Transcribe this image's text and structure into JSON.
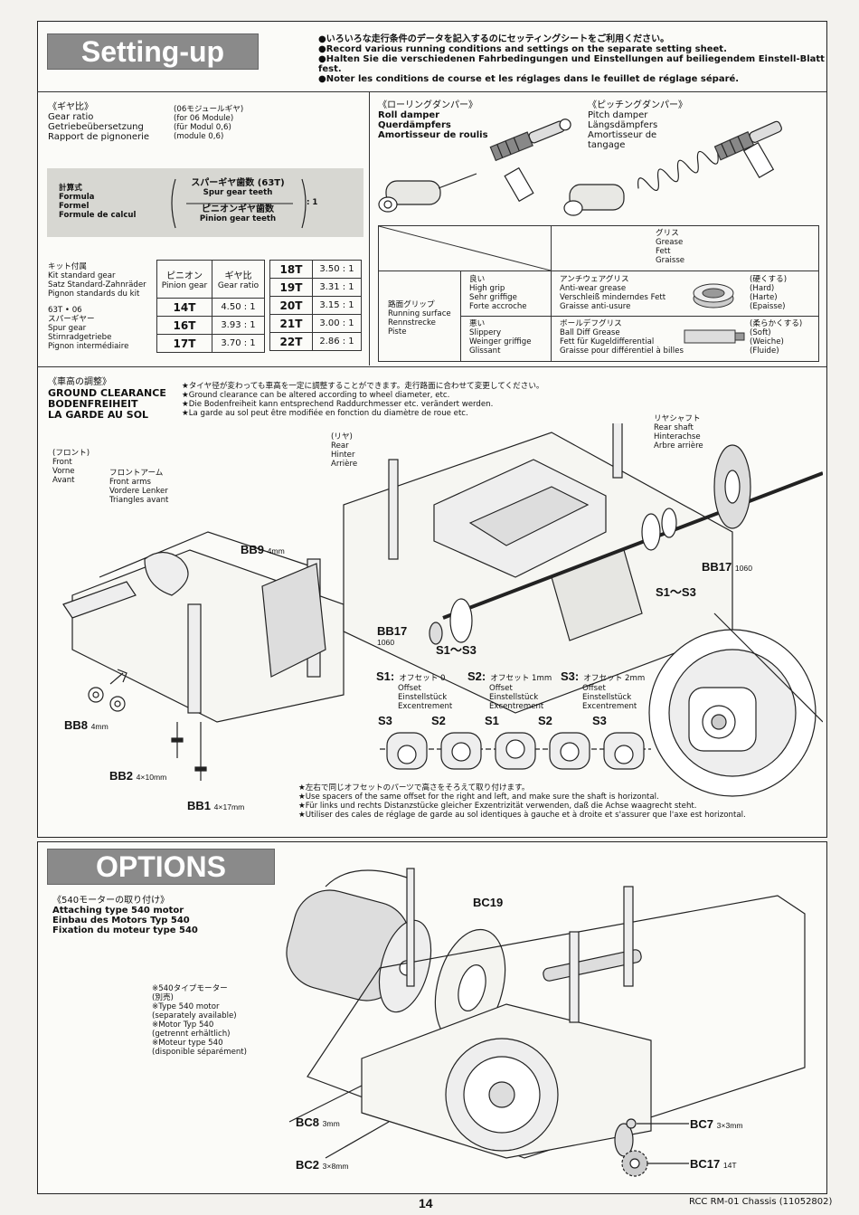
{
  "setup": {
    "title": "Setting-up",
    "intro": [
      "●いろいろな走行条件のデータを記入するのにセッティングシートをご利用ください。",
      "●Record various running conditions and settings on the separate setting sheet.",
      "●Halten Sie die verschiedenen Fahrbedingungen und Einstellungen auf beiliegendem Einstell-Blatt fest.",
      "●Noter les conditions de course et les réglages dans le feuillet de réglage séparé."
    ],
    "gear_ratio": {
      "title_jp": "《ギヤ比》",
      "titles": [
        "Gear ratio",
        "Getriebeübersetzung",
        "Rapport de pignonerie"
      ],
      "module_notes": [
        "(06モジュールギヤ)",
        "(for 06 Module)",
        "(für Modul 0,6)",
        "(module 0,6)"
      ],
      "formula_labels": [
        "計算式",
        "Formula",
        "Formel",
        "Formule de calcul"
      ],
      "numerator_jp": "スパーギヤ歯数 (63T)",
      "numerator_en": "Spur gear teeth",
      "denominator_jp": "ピニオンギヤ歯数",
      "denominator_en": "Pinion gear teeth",
      "ratio_suffix": ": 1",
      "kit_labels": [
        "キット付属",
        "Kit standard gear",
        "Satz Standard-Zahnräder",
        "Pignon standards du kit"
      ],
      "spur_labels": [
        "63T • 06",
        "スパーギヤー",
        "Spur gear",
        "Stirnradgetriebe",
        "Pignon intermédiaire"
      ],
      "table_header": {
        "pinion_jp": "ピニオン",
        "pinion_en": "Pinion gear",
        "ratio_jp": "ギヤ比",
        "ratio_en": "Gear ratio"
      },
      "left_rows": [
        {
          "pinion": "14T",
          "ratio": "4.50 : 1"
        },
        {
          "pinion": "16T",
          "ratio": "3.93 : 1"
        },
        {
          "pinion": "17T",
          "ratio": "3.70 : 1"
        }
      ],
      "right_rows": [
        {
          "pinion": "18T",
          "ratio": "3.50 : 1"
        },
        {
          "pinion": "19T",
          "ratio": "3.31 : 1"
        },
        {
          "pinion": "20T",
          "ratio": "3.15 : 1"
        },
        {
          "pinion": "21T",
          "ratio": "3.00 : 1"
        },
        {
          "pinion": "22T",
          "ratio": "2.86 : 1"
        }
      ]
    },
    "roll_damper": {
      "lines": [
        "《ローリングダンパー》",
        "Roll damper",
        "Querdämpfers",
        "Amortisseur de roulis"
      ]
    },
    "pitch_damper": {
      "lines": [
        "《ピッチングダンパー》",
        "Pitch damper",
        "Längsdämpfers",
        "Amortisseur de",
        "tangage"
      ]
    },
    "grease": {
      "header": [
        "グリス",
        "Grease",
        "Fett",
        "Graisse"
      ],
      "running_surface": [
        "路面グリップ",
        "Running surface",
        "Rennstrecke",
        "Piste"
      ],
      "high_grip": [
        "良い",
        "High grip",
        "Sehr griffige",
        "Forte accroche"
      ],
      "slippery": [
        "悪い",
        "Slippery",
        "Weinger griffige",
        "Glissant"
      ],
      "anti_wear": [
        "アンチウェアグリス",
        "Anti-wear grease",
        "Verschleiß minderndes Fett",
        "Graisse anti-usure"
      ],
      "ball_diff": [
        "ボールデフグリス",
        "Ball Diff Grease",
        "Fett für Kugeldifferential",
        "Graisse pour différentiel à billes"
      ],
      "hard": [
        "(硬くする)",
        "(Hard)",
        "(Harte)",
        "(Epaisse)"
      ],
      "soft": [
        "(柔らかくする)",
        "(Soft)",
        "(Weiche)",
        "(Fluide)"
      ]
    },
    "ground_clearance": {
      "title_lines": [
        "《車高の調整》",
        "GROUND CLEARANCE",
        "BODENFREIHEIT",
        "LA GARDE AU SOL"
      ],
      "notes": [
        "★タイヤ径が変わっても車高を一定に調整することができます。走行路面に合わせて変更してください。",
        "★Ground clearance can be altered according to wheel diameter, etc.",
        "★Die Bodenfreiheit kann entsprechend Raddurchmesser etc. verändert werden.",
        "★La garde au sol peut être modifiée en fonction du diamètre de roue etc."
      ],
      "front": [
        "(フロント)",
        "Front",
        "Vorne",
        "Avant"
      ],
      "front_arm": [
        "フロントアーム",
        "Front arms",
        "Vordere Lenker",
        "Triangles avant"
      ],
      "rear": [
        "(リヤ)",
        "Rear",
        "Hinter",
        "Arrière"
      ],
      "rear_shaft": [
        "リヤシャフト",
        "Rear shaft",
        "Hinterachse",
        "Arbre arrière"
      ],
      "bb9": "BB9",
      "bb9_size": "4mm",
      "bb8": "BB8",
      "bb8_size": "4mm",
      "bb2": "BB2",
      "bb2_size": "4×10mm",
      "bb1": "BB1",
      "bb1_size": "4×17mm",
      "bb17a": "BB17",
      "bb17a_size": "1060",
      "bb17b": "BB17",
      "bb17b_size": "1060",
      "s13a": "S1〜S3",
      "s13b": "S1〜S3",
      "s1": {
        "label": "S1:",
        "jp": "オフセット 0",
        "lines": [
          "Offset",
          "Einstellstück",
          "Excentrement"
        ]
      },
      "s2": {
        "label": "S2:",
        "jp": "オフセット 1mm",
        "lines": [
          "Offset",
          "Einstellstück",
          "Excentrement"
        ]
      },
      "s3": {
        "label": "S3:",
        "jp": "オフセット 2mm",
        "lines": [
          "Offset",
          "Einstellstück",
          "Excentrement"
        ]
      },
      "spacer_labels": [
        "S3",
        "S2",
        "S1",
        "S2",
        "S3"
      ],
      "bottom_notes": [
        "★左右で同じオフセットのパーツで高さをそろえて取り付けます。",
        "★Use spacers of the same offset for the right and left, and make sure the shaft is horizontal.",
        "★Für links und rechts Distanzstücke gleicher Exzentrizität verwenden, daß die Achse waagrecht steht.",
        "★Utiliser des cales de réglage de garde au sol identiques à gauche et à droite et s'assurer que l'axe est horizontal."
      ]
    }
  },
  "options": {
    "title": "OPTIONS",
    "motor_title": [
      "《540モーターの取り付け》",
      "Attaching type 540 motor",
      "Einbau des Motors Typ 540",
      "Fixation du moteur type 540"
    ],
    "motor_note": [
      "※540タイプモーター",
      "(別売)",
      "※Type 540 motor",
      "(separately available)",
      "※Motor Typ 540",
      "(getrennt erhältlich)",
      "※Moteur type 540",
      "(disponible séparément)"
    ],
    "bc19": "BC19",
    "bc8": "BC8",
    "bc8_size": "3mm",
    "bc2": "BC2",
    "bc2_size": "3×8mm",
    "bc7": "BC7",
    "bc7_size": "3×3mm",
    "bc17": "BC17",
    "bc17_size": "14T"
  },
  "footer": {
    "page": "14",
    "doc": "RCC RM-01 Chassis (11052802)"
  }
}
